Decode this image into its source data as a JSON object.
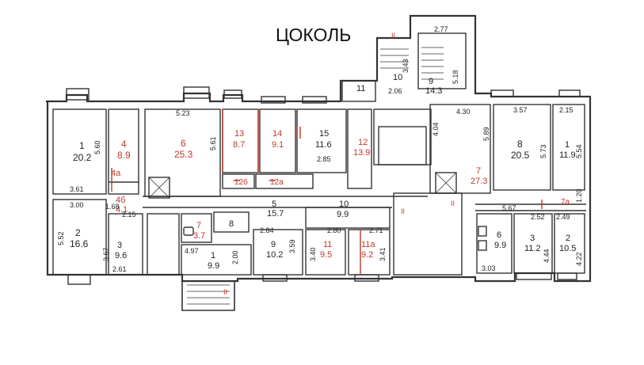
{
  "title": "ЦОКОЛЬ",
  "section_marks": [
    "II",
    "II",
    "II",
    "II"
  ],
  "rooms": [
    {
      "num": "1",
      "area": "20.2",
      "dim": "5.60",
      "dim2": "3.61"
    },
    {
      "num": "4",
      "area": "8.9",
      "accent": true
    },
    {
      "num": "4а",
      "accent": true
    },
    {
      "num": "4б",
      "area": "4.1",
      "accent": true,
      "dim": "1.68"
    },
    {
      "num": "6",
      "area": "25.3",
      "accent": true,
      "dim": "5.23",
      "dim2": "5.61"
    },
    {
      "num": "13",
      "area": "8.7",
      "accent": true
    },
    {
      "num": "14",
      "area": "9.1",
      "accent": true
    },
    {
      "num": "15",
      "area": "11.6",
      "dim": "2.85"
    },
    {
      "num": "12",
      "area": "13.9",
      "accent": true
    },
    {
      "num": "12б",
      "accent": true
    },
    {
      "num": "12а",
      "accent": true
    },
    {
      "num": "11",
      "dim": "2.06"
    },
    {
      "num": "10",
      "dim": "3.43"
    },
    {
      "num": "9",
      "area": "14.3",
      "dim": "5.18"
    },
    {
      "num": "2",
      "area": "16.6",
      "dim": "3.00",
      "dim2": "5.52",
      "dim3": "2.15"
    },
    {
      "num": "3",
      "area": "9.6",
      "dim": "3.67",
      "dim2": "2.61"
    },
    {
      "num": "7",
      "area": "3.7",
      "accent": true
    },
    {
      "num": "8"
    },
    {
      "num": "1",
      "area": "9.9",
      "dim": "4.97",
      "dim2": "2.00"
    },
    {
      "num": "5",
      "area": "15.7",
      "dim": "2.84"
    },
    {
      "num": "9",
      "area": "10.2",
      "dim": "3.59"
    },
    {
      "num": "10",
      "area": "9.9",
      "dim": "2.80"
    },
    {
      "num": "11",
      "area": "9.5",
      "accent": true,
      "dim": "3.40"
    },
    {
      "num": "11а",
      "area": "9.2",
      "accent": true,
      "dim": "2.71",
      "dim2": "3.41"
    },
    {
      "num": "7",
      "area": "27.3",
      "accent": true,
      "dim": "4.04",
      "dim2": "4.30"
    },
    {
      "num": "8",
      "area": "20.5",
      "dim": "3.57",
      "dim2": "5.89",
      "dim3": "5.73"
    },
    {
      "num": "1",
      "area": "11.9",
      "dim": "2.15",
      "dim2": "5.54"
    },
    {
      "num": "7а",
      "accent": true,
      "dim": "1.20",
      "dim2": "2.49"
    },
    {
      "num": "6",
      "area": "9.9",
      "dim": "5.67",
      "dim2": "3.03"
    },
    {
      "num": "3",
      "area": "11.2",
      "dim": "2.52",
      "dim2": "4.44"
    },
    {
      "num": "2",
      "area": "10.5",
      "dim": "4.22"
    }
  ],
  "stair": {
    "dim": "2.77"
  }
}
